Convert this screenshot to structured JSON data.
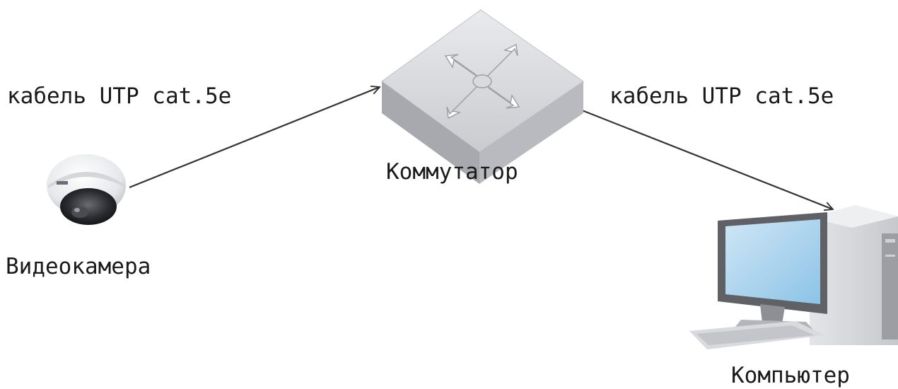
{
  "labels": {
    "cable_left": "кабель UTP cat.5e",
    "cable_right": "кабель UTP cat.5e",
    "switch": "Коммутатор",
    "camera": "Видеокамера",
    "computer": "Компьютер"
  },
  "icons": {
    "camera": "dome-camera-icon",
    "switch": "network-switch-icon",
    "computer": "desktop-computer-icon"
  },
  "colors": {
    "line": "#333333",
    "switch_top": "#d9dadd",
    "switch_side": "#a9abb0",
    "monitor_screen": "#a9d3ee",
    "computer_body": "#d5d7da"
  }
}
